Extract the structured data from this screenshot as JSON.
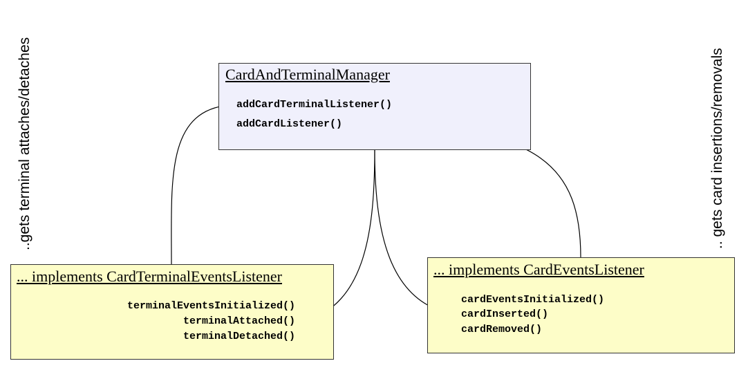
{
  "manager": {
    "title": "CardAndTerminalManager",
    "methods": [
      "addCardTerminalListener()",
      "addCardListener()"
    ],
    "fill": "#f0f0fc"
  },
  "terminal_listener": {
    "title": "... implements CardTerminalEventsListener",
    "methods": [
      "terminalEventsInitialized()",
      "terminalAttached()",
      "terminalDetached()"
    ],
    "fill": "#fdfdc8"
  },
  "card_listener": {
    "title": "... implements CardEventsListener",
    "methods": [
      "cardEventsInitialized()",
      "cardInserted()",
      "cardRemoved()"
    ],
    "fill": "#fdfdc8"
  },
  "side_labels": {
    "left": "..gets terminal attaches/detaches",
    "right": ".. gets card insertions/removals"
  },
  "line_color": "#000000"
}
